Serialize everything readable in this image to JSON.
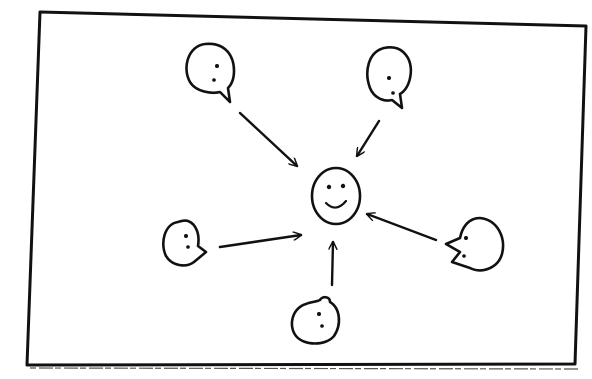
{
  "diagram": {
    "center": {
      "id": "center",
      "expression": "smiling"
    },
    "surrounding": [
      {
        "id": "top-left",
        "facing": "right"
      },
      {
        "id": "top-right",
        "facing": "right"
      },
      {
        "id": "middle-left",
        "facing": "right"
      },
      {
        "id": "middle-right",
        "facing": "left"
      },
      {
        "id": "bottom",
        "facing": "right"
      }
    ],
    "arrows": [
      {
        "from": "top-left",
        "to": "center"
      },
      {
        "from": "top-right",
        "to": "center"
      },
      {
        "from": "middle-left",
        "to": "center"
      },
      {
        "from": "middle-right",
        "to": "center"
      },
      {
        "from": "bottom",
        "to": "center"
      }
    ]
  },
  "colors": {
    "ink": "#111111",
    "paper": "#ffffff"
  }
}
